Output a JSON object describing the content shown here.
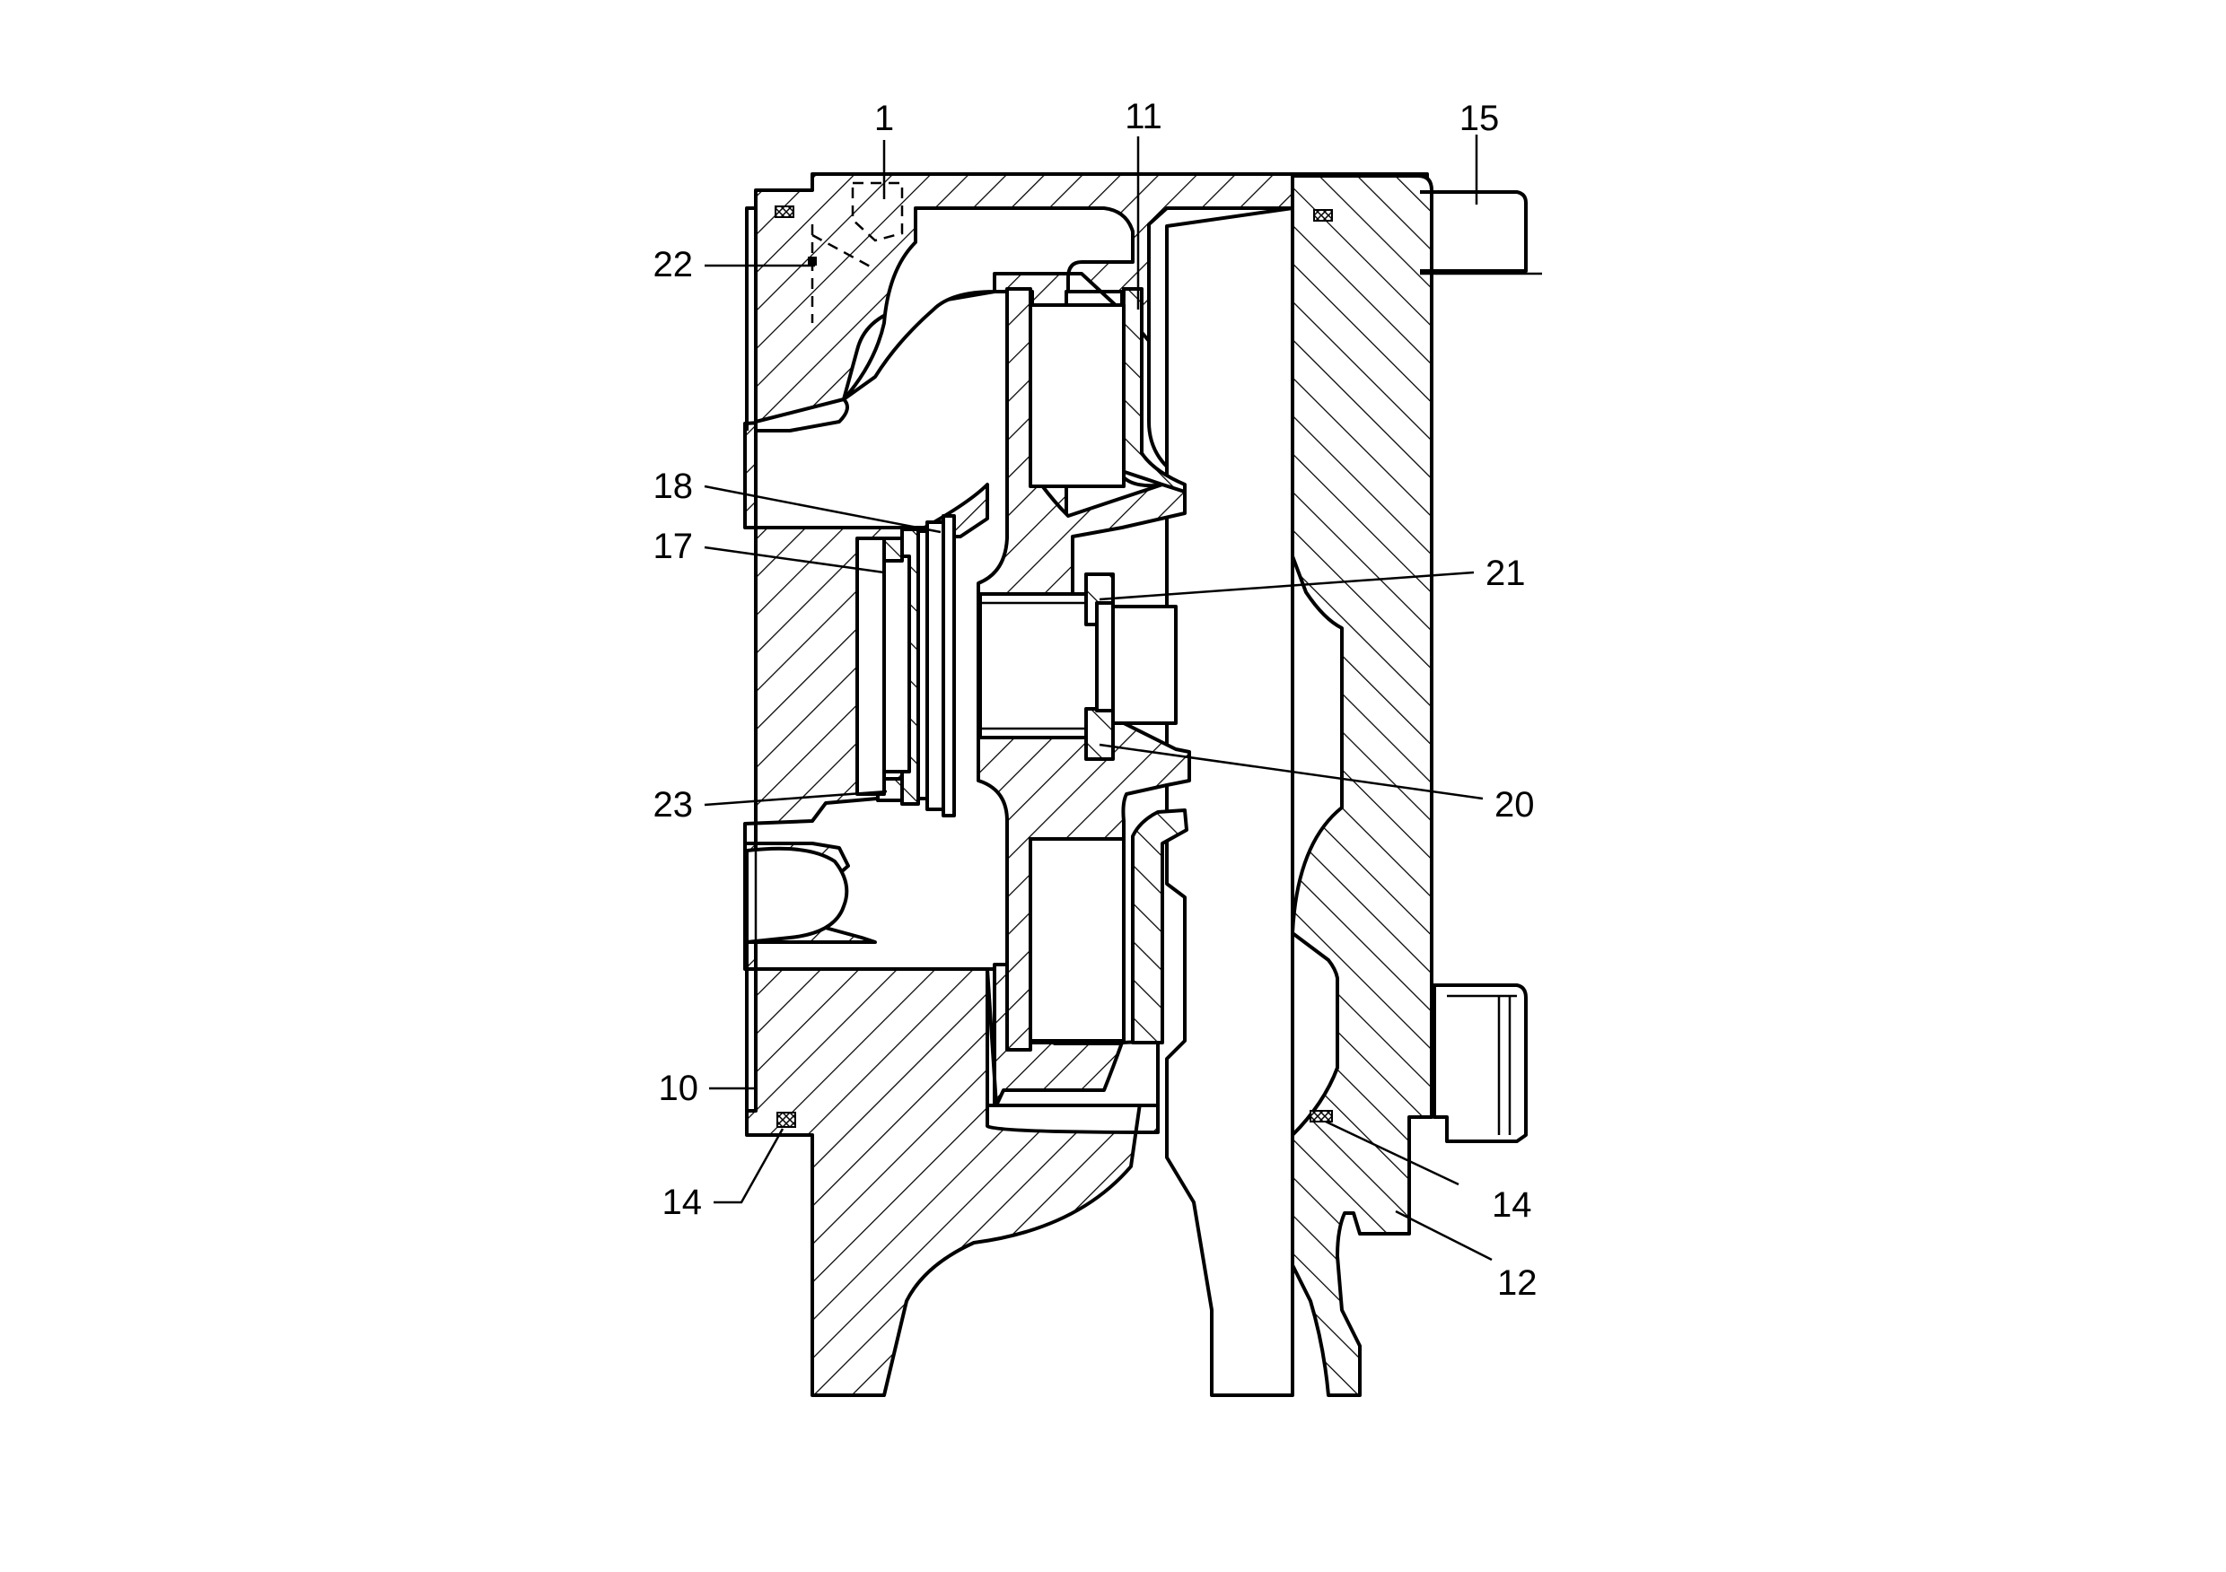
{
  "figure": {
    "reference_numerals": [
      "1",
      "11",
      "15",
      "22",
      "18",
      "17",
      "21",
      "23",
      "20",
      "10",
      "14",
      "14",
      "12"
    ]
  },
  "labels": {
    "ref_1": "1",
    "ref_11": "11",
    "ref_15": "15",
    "ref_22": "22",
    "ref_18": "18",
    "ref_17": "17",
    "ref_21": "21",
    "ref_23": "23",
    "ref_20": "20",
    "ref_10": "10",
    "ref_14_left": "14",
    "ref_14_right": "14",
    "ref_12": "12"
  },
  "colors": {
    "line": "#000000",
    "background": "#ffffff"
  }
}
